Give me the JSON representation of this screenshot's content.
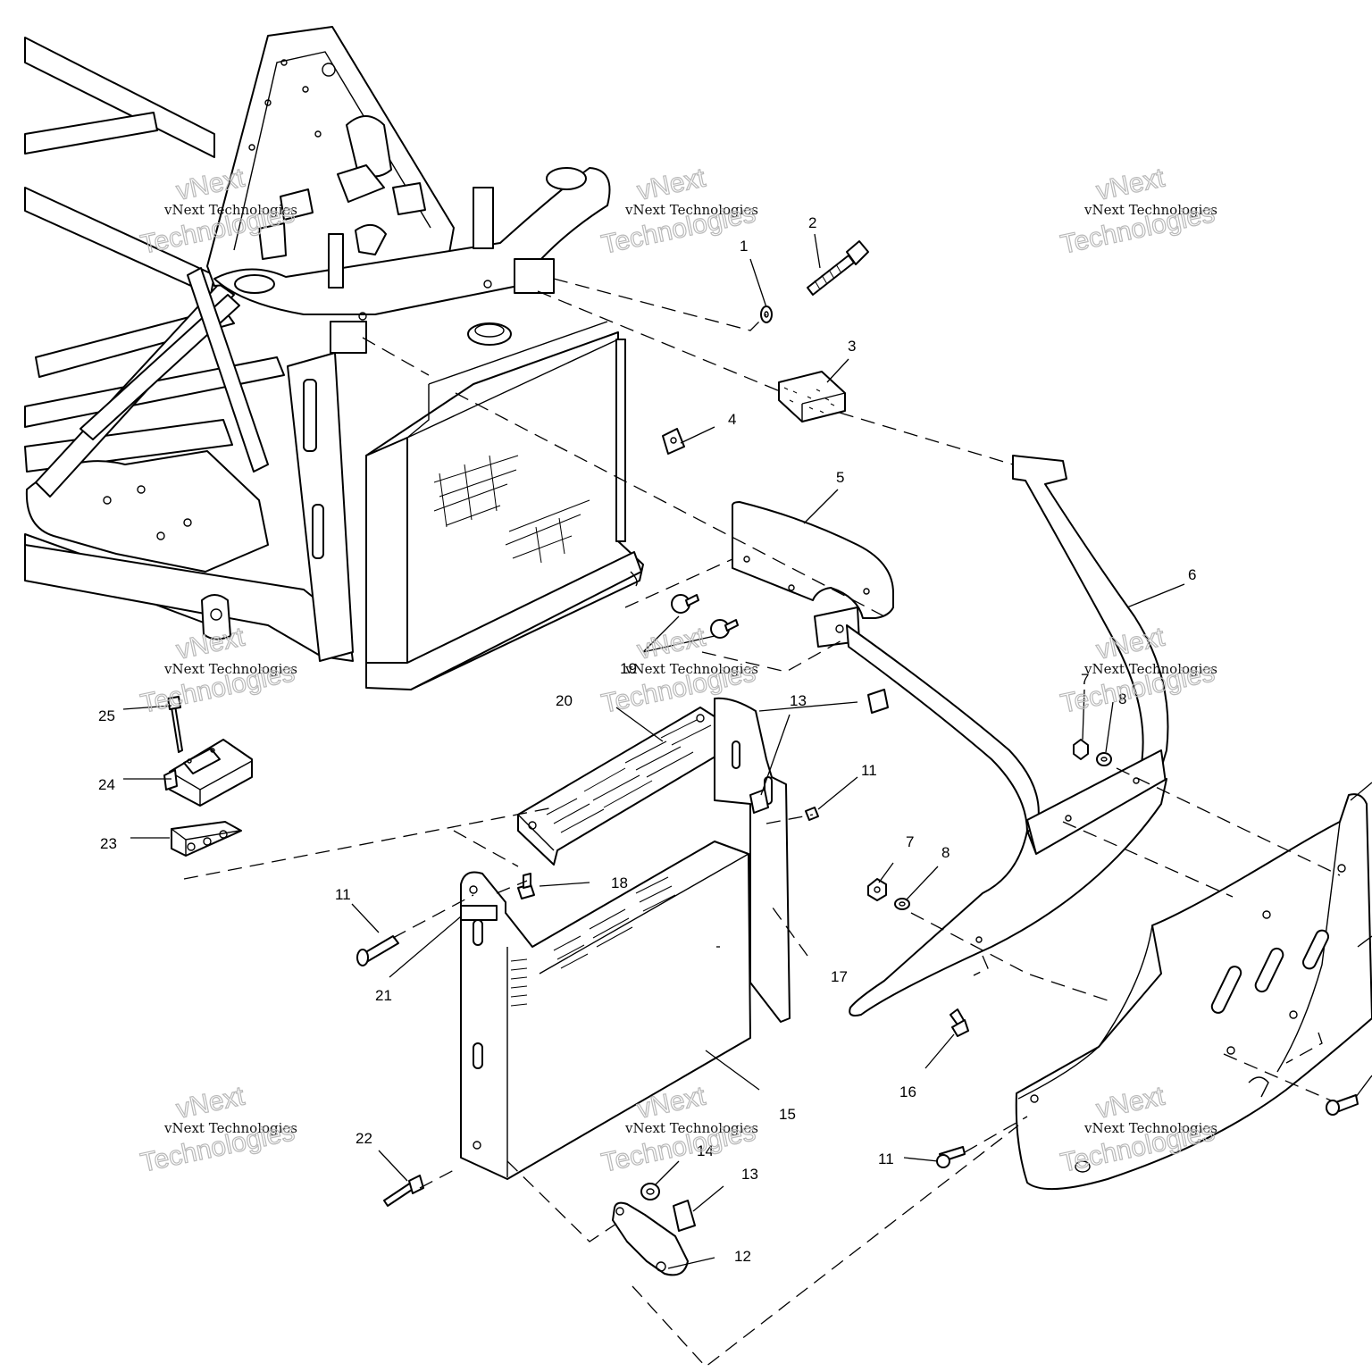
{
  "watermark": {
    "line1": "vNext",
    "line2": "vNext Technologies",
    "line3": "Technologies"
  },
  "callouts": {
    "c1": "1",
    "c2": "2",
    "c3": "3",
    "c4": "4",
    "c5": "5",
    "c6": "6",
    "c7a": "7",
    "c8a": "8",
    "c7b": "7",
    "c8b": "8",
    "c11a": "11",
    "c11b": "11",
    "c11c": "11",
    "c12": "12",
    "c13a": "13",
    "c13b": "13",
    "c14": "14",
    "c15": "15",
    "c16": "16",
    "c17": "17",
    "c18": "18",
    "c19": "19",
    "c20": "20",
    "c21": "21",
    "c22": "22",
    "c23": "23",
    "c24": "24",
    "c25": "25"
  },
  "parts": [
    "frame",
    "radiator",
    "radiator-cap",
    "bolt-2",
    "washer-1",
    "rubber-pad-3",
    "clip-4",
    "plate-5",
    "bumper-6",
    "nut-7",
    "washer-8",
    "screw-11",
    "bracket-12",
    "clip-13",
    "washer-14",
    "radiator-shroud-15",
    "screw-16",
    "side-panel-17",
    "bolt-18",
    "rivets-19",
    "top-grille-20",
    "foam-strip-21",
    "screw-22",
    "angle-bracket-23",
    "module-24",
    "screw-25",
    "skid-plate"
  ]
}
